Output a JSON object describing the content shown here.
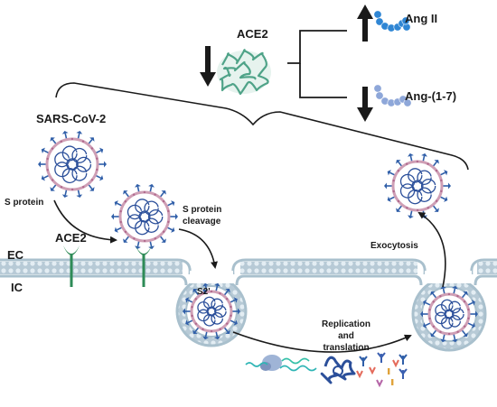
{
  "labels": {
    "ace2_top": "ACE2",
    "ang2": "Ang II",
    "ang17": "Ang-(1-7)",
    "virus_name": "SARS-CoV-2",
    "s_protein": "S protein",
    "ace2_receptor": "ACE2",
    "cleavage_line1": "S protein",
    "cleavage_line2": "cleavage",
    "s2": "S2'",
    "ec": "EC",
    "ic": "IC",
    "exocytosis": "Exocytosis",
    "replication_line1": "Replication",
    "replication_line2": "and",
    "replication_line3": "translation"
  },
  "levels": {
    "ace2": "decreased",
    "ang2": "increased",
    "ang17": "decreased"
  },
  "colors": {
    "membrane_outer": "#a9c0cd",
    "membrane_bead": "#dce8ef",
    "virion_envelope": "#cf9fb5",
    "spike": "#2f5ea8",
    "rna": "#2b4f9a",
    "ace2_receptor": "#2e8b57",
    "ace2_protein": "#4fa388",
    "ang2_beads": "#2f86d4",
    "ang17_beads": "#8ea7d9",
    "arrow": "#1a1a1a"
  }
}
